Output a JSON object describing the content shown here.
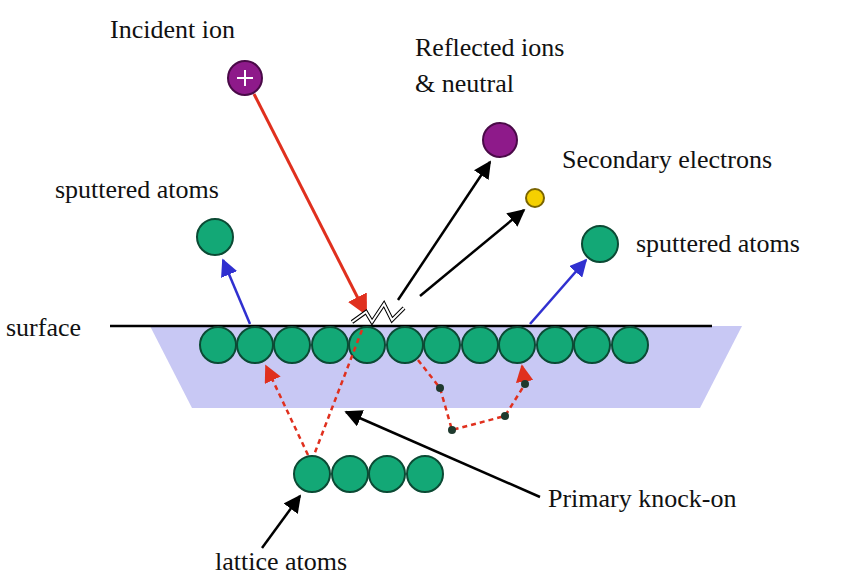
{
  "diagram": {
    "labels": [
      "Incident ion",
      "Reflected ions & neutral",
      "Secondary electrons",
      "sputtered atoms",
      "sputtered atoms",
      "surface",
      "Primary knock-on",
      "lattice atoms"
    ]
  }
}
